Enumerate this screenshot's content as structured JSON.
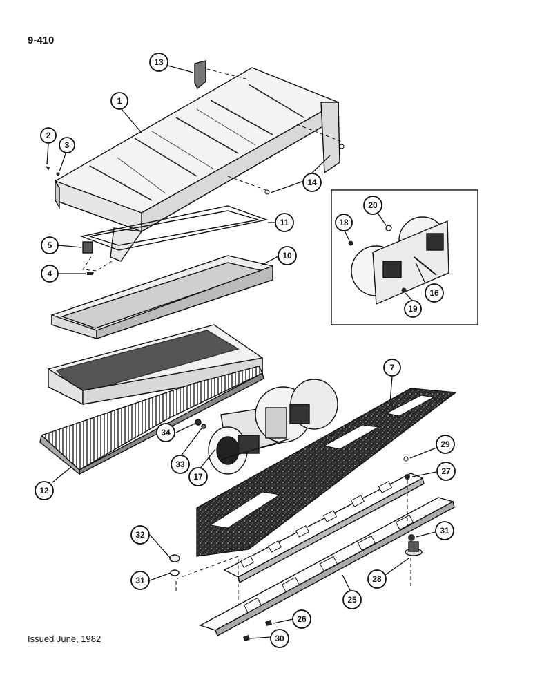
{
  "page_number": "9-410",
  "issue_note": "Issued June, 1982",
  "callouts": {
    "c1": "1",
    "c2": "2",
    "c3": "3",
    "c4": "4",
    "c5": "5",
    "c7": "7",
    "c10": "10",
    "c11": "11",
    "c12": "12",
    "c13": "13",
    "c14": "14",
    "c16": "16",
    "c17": "17",
    "c18": "18",
    "c19": "19",
    "c20": "20",
    "c25": "25",
    "c26": "26",
    "c27": "27",
    "c28": "28",
    "c29": "29",
    "c30": "30",
    "c31a": "31",
    "c31b": "31",
    "c32": "32",
    "c33": "33",
    "c34": "34"
  }
}
